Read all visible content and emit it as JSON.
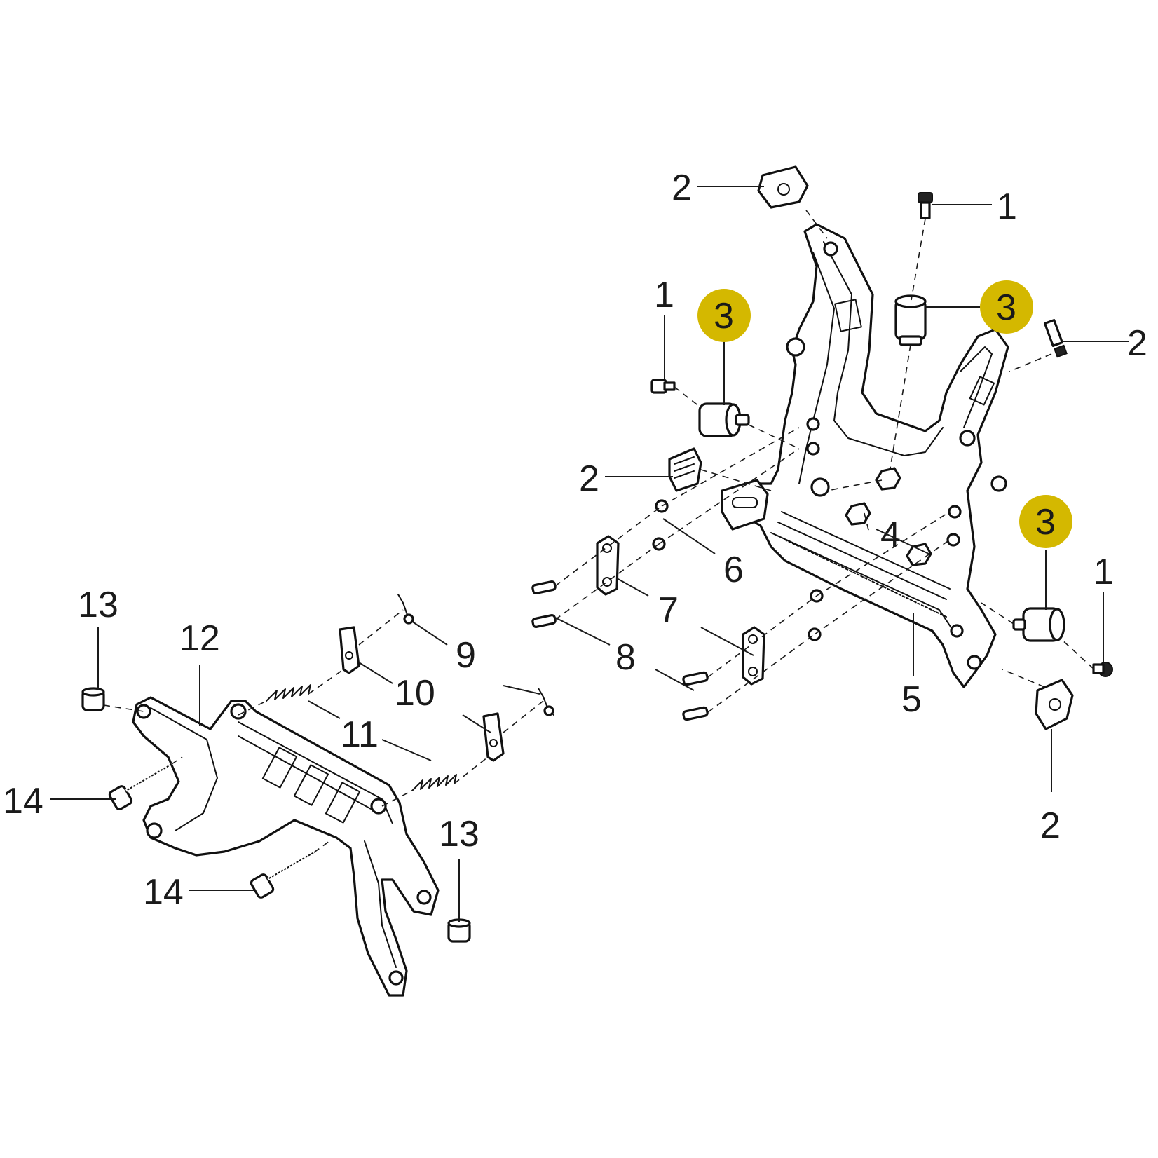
{
  "highlight_color": "#d4b800",
  "callouts": {
    "c1_top": "1",
    "c1_left": "1",
    "c1_right": "1",
    "c2_top": "2",
    "c2_left": "2",
    "c2_right": "2",
    "c2_bottom": "2",
    "c3_left": "3",
    "c3_top": "3",
    "c3_right": "3",
    "c4": "4",
    "c5": "5",
    "c6": "6",
    "c7": "7",
    "c8": "8",
    "c9": "9",
    "c10": "10",
    "c11": "11",
    "c12": "12",
    "c13_top": "13",
    "c13_bottom": "13",
    "c14_top": "14",
    "c14_bottom": "14"
  }
}
